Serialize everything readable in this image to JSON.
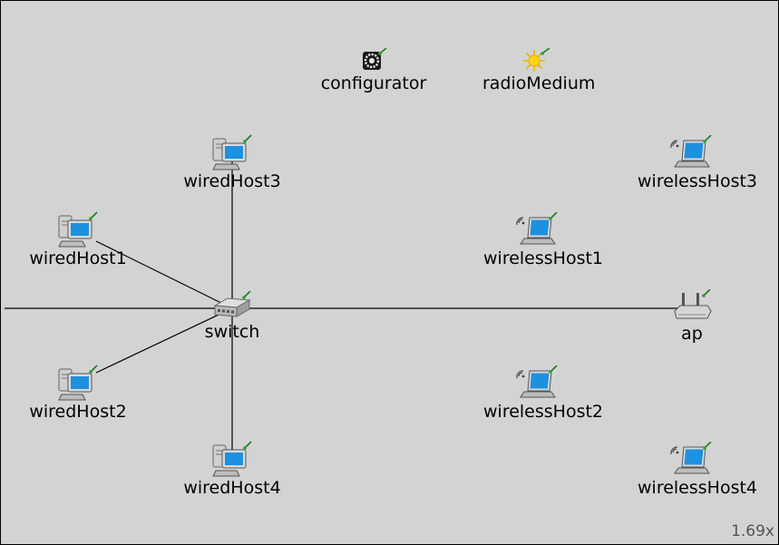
{
  "canvas": {
    "background": "#d3d3d3",
    "zoom_label": "1.69x"
  },
  "nodes": {
    "configurator": "configurator",
    "radioMedium": "radioMedium",
    "wiredHost1": "wiredHost1",
    "wiredHost2": "wiredHost2",
    "wiredHost3": "wiredHost3",
    "wiredHost4": "wiredHost4",
    "switch": "switch",
    "ap": "ap",
    "wirelessHost1": "wirelessHost1",
    "wirelessHost2": "wirelessHost2",
    "wirelessHost3": "wirelessHost3",
    "wirelessHost4": "wirelessHost4"
  },
  "icons": {
    "configurator": "gear-icon",
    "radioMedium": "sun-icon",
    "wired": "desktop-computer-icon",
    "switch": "switch-icon",
    "ap": "access-point-icon",
    "wireless": "laptop-icon"
  }
}
